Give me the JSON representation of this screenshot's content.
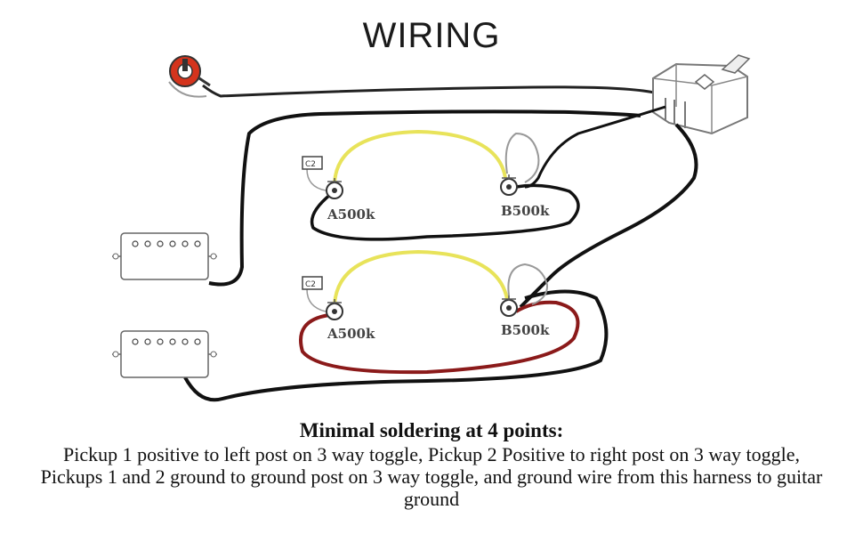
{
  "title": "WIRING",
  "pots": {
    "upper_a": "A500k",
    "upper_b": "B500k",
    "lower_a": "A500k",
    "lower_b": "B500k"
  },
  "caps": {
    "upper": "C2",
    "lower": "C2"
  },
  "caption": {
    "heading": "Minimal soldering at 4 points:",
    "body": "Pickup 1 positive to left post on 3 way toggle, Pickup 2 Positive to right post on 3 way toggle, Pickups 1 and 2 ground to ground post on 3 way toggle, and ground wire from this harness to guitar ground"
  },
  "colors": {
    "ground_wire": "#111111",
    "signal_wire": "#e8e35a",
    "hot_wire": "#8b1a1a",
    "jack": "#d4341d",
    "thin_wire": "#999999"
  },
  "icons": [
    "output-jack-icon",
    "toggle-switch-icon",
    "humbucker-pickup-icon",
    "potentiometer-icon",
    "capacitor-icon"
  ]
}
